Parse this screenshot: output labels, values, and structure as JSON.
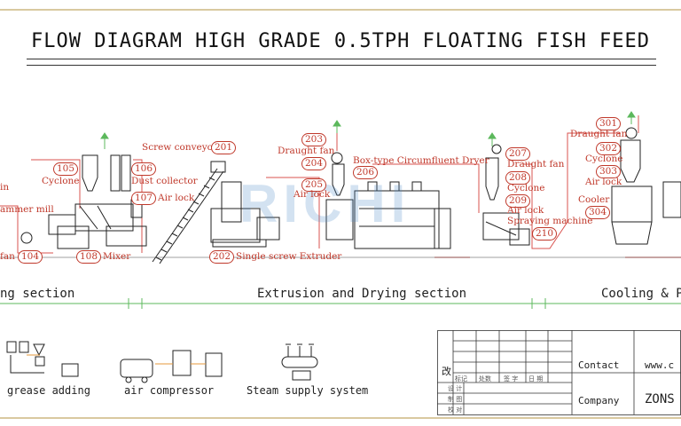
{
  "title": "FLOW DIAGRAM HIGH GRADE 0.5TPH FLOATING FISH FEED",
  "watermark": "RICHI",
  "equipment": {
    "e1": "in",
    "e2": "ammer mill",
    "fan104": "fan",
    "n104": "104",
    "cyclone105": "Cyclone",
    "n105": "105",
    "dust106": "Dust collector",
    "n106": "106",
    "airlock107": "Air lock",
    "n107": "107",
    "mixer108": "Mixer",
    "n108": "108",
    "screw201": "Screw conveyor",
    "n201": "201",
    "extruder202": "Single screw Extruder",
    "n202": "202",
    "draught203": "Draught fan",
    "n203": "203",
    "n204": "204",
    "airlock205": "Air lock",
    "n205": "205",
    "dryer206": "Box-type Circumfluent Dryer",
    "n206": "206",
    "draught207": "Draught fan",
    "n207": "207",
    "cyclone208": "Cyclone",
    "n208": "208",
    "airlock209": "Air lock",
    "n209": "209",
    "spraying": "Spraying machine",
    "n210": "210",
    "draught301": "Draught fan",
    "n301": "301",
    "cyclone302": "Cyclone",
    "n302": "302",
    "airlock303": "Air lock",
    "n303": "303",
    "cooler304": "Cooler",
    "n304": "304"
  },
  "sections": {
    "s1": "ng section",
    "s2": "Extrusion and Drying section",
    "s3": "Cooling & P"
  },
  "legend": {
    "grease": "grease adding",
    "air": "air compressor",
    "steam": "Steam supply system"
  },
  "titleblock": {
    "gai": "改",
    "contact": "Contact",
    "contact_val": "www.c",
    "company": "Company",
    "company_val": "ZONS",
    "h1": "标记",
    "h2": "处数",
    "h3": "签 字",
    "h4": "日 期",
    "r1": "设 计",
    "r2": "制 图",
    "r3": "校 对"
  }
}
